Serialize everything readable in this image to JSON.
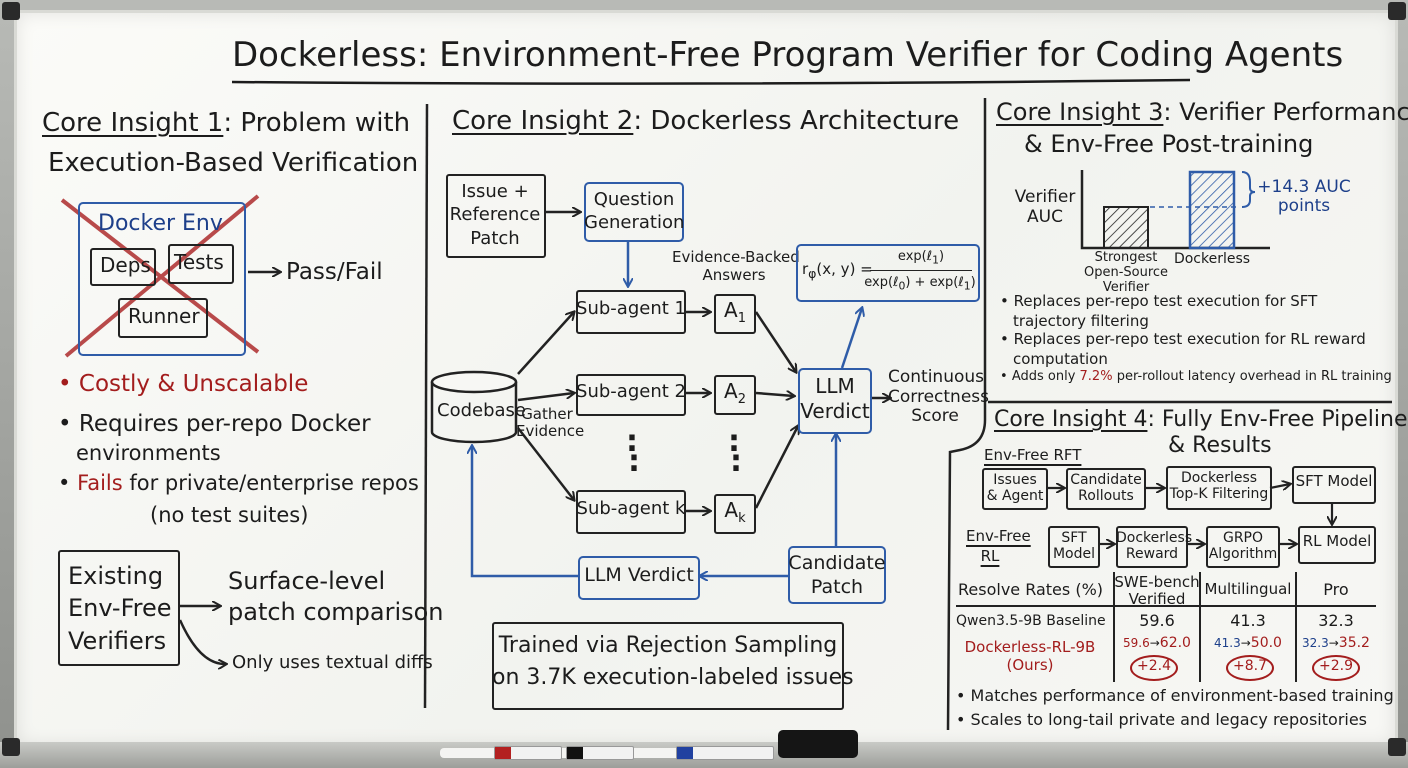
{
  "title": "Dockerless: Environment-Free Program Verifier for Coding Agents",
  "colors": {
    "ink": "#1c1c1c",
    "red": "#a31d1d",
    "blue": "#2f5ca8",
    "board": "#f7f7f4"
  },
  "p1": {
    "heading_underlined": "Core Insight 1",
    "heading_rest": ": Problem with",
    "heading_line2": "Execution-Based Verification",
    "docker_env": "Docker Env",
    "deps": "Deps",
    "tests": "Tests",
    "runner": "Runner",
    "pass_fail": "Pass/Fail",
    "bullet1": "Costly & Unscalable",
    "bullet2_l1": "Requires per-repo Docker",
    "bullet2_l2": "environments",
    "bullet3_red": "Fails",
    "bullet3_rest": " for private/enterprise repos",
    "bullet3_l2": "(no test suites)",
    "existing_l1": "Existing",
    "existing_l2": "Env-Free",
    "existing_l3": "Verifiers",
    "surface_l1": "Surface-level",
    "surface_l2": "patch comparison",
    "textual": "Only uses textual diffs"
  },
  "p2": {
    "heading_underlined": "Core Insight 2",
    "heading_rest": ": Dockerless Architecture",
    "issue_l1": "Issue +",
    "issue_l2": "Reference",
    "issue_l3": "Patch",
    "qgen_l1": "Question",
    "qgen_l2": "Generation",
    "evidence_l1": "Evidence-Backed",
    "evidence_l2": "Answers",
    "formula_lhs": "r",
    "formula_sub": "φ",
    "formula_args": "(x, y) =",
    "formula_num": "exp(ℓ",
    "formula_num_sub": "1",
    "formula_den_a": "exp(ℓ",
    "formula_den_a_sub": "0",
    "formula_den_b": ") + exp(ℓ",
    "formula_den_b_sub": "1",
    "sub1": "Sub-agent 1",
    "sub2": "Sub-agent 2",
    "subk": "Sub-agent k",
    "a_letter": "A",
    "a1": "1",
    "a2": "2",
    "ak": "k",
    "dots": ":",
    "codebase": "Codebase",
    "gather_l1": "Gather",
    "gather_l2": "Evidence",
    "llm_l1": "LLM",
    "llm_l2": "Verdict",
    "cont_l1": "Continuous",
    "cont_l2": "Correctness",
    "cont_l3": "Score",
    "llm_verdict": "LLM Verdict",
    "cand_l1": "Candidate",
    "cand_l2": "Patch",
    "trained_l1": "Trained via Rejection Sampling",
    "trained_l2": "on 3.7K execution-labeled issues"
  },
  "p3": {
    "heading_underlined": "Core Insight 3",
    "heading_rest": ": Verifier Performance",
    "heading_line2": "& Env-Free Post-training",
    "ylabel_l1": "Verifier",
    "ylabel_l2": "AUC",
    "gain_l1": "+14.3 AUC",
    "gain_l2": "points",
    "bar1_l1": "Strongest",
    "bar1_l2": "Open-Source",
    "bar1_l3": "Verifier",
    "bar2": "Dockerless",
    "b1_l1": "Replaces per-repo test execution for SFT",
    "b1_l2": "trajectory filtering",
    "b2_l1": "Replaces per-repo test execution for RL reward",
    "b2_l2": "computation",
    "b3_a": "Adds only ",
    "b3_red": "7.2%",
    "b3_b": " per-rollout latency overhead in RL training"
  },
  "chart_data": {
    "type": "bar",
    "categories": [
      "Strongest Open-Source Verifier",
      "Dockerless"
    ],
    "values": [
      null,
      null
    ],
    "annotation": "+14.3 AUC points",
    "ylabel": "Verifier AUC"
  },
  "p4": {
    "heading_underlined": "Core Insight 4",
    "heading_rest": ": Fully Env-Free Pipeline",
    "heading_line2": "& Results",
    "rft_label": "Env-Free RFT",
    "rft_issues_l1": "Issues",
    "rft_issues_l2": "& Agent",
    "rft_cand_l1": "Candidate",
    "rft_cand_l2": "Rollouts",
    "rft_filter_l1": "Dockerless",
    "rft_filter_l2": "Top-K Filtering",
    "rft_sft": "SFT Model",
    "rl_label_l1": "Env-Free",
    "rl_label_l2": "RL",
    "rl_sft_l1": "SFT",
    "rl_sft_l2": "Model",
    "rl_reward_l1": "Dockerless",
    "rl_reward_l2": "Reward",
    "rl_grpo_l1": "GRPO",
    "rl_grpo_l2": "Algorithm",
    "rl_model": "RL Model",
    "table": {
      "h_rates": "Resolve Rates (%)",
      "h_swe_l1": "SWE-bench",
      "h_swe_l2": "Verified",
      "h_multi": "Multilingual",
      "h_pro": "Pro",
      "r1_name": "Qwen3.5-9B Baseline",
      "r1_swe": "59.6",
      "r1_multi": "41.3",
      "r1_pro": "32.3",
      "r2_name_l1": "Dockerless-RL-9B",
      "r2_name_l2": "(Ours)",
      "r2_swe_from": "59.6",
      "r2_swe_to": "62.0",
      "r2_multi_from": "41.3",
      "r2_multi_to": "50.0",
      "r2_pro_from": "32.3",
      "r2_pro_to": "35.2",
      "arrow": "→",
      "d_swe": "+2.4",
      "d_multi": "+8.7",
      "d_pro": "+2.9"
    },
    "b1": "Matches performance of environment-based training",
    "b2": "Scales to long-tail private and legacy repositories"
  }
}
